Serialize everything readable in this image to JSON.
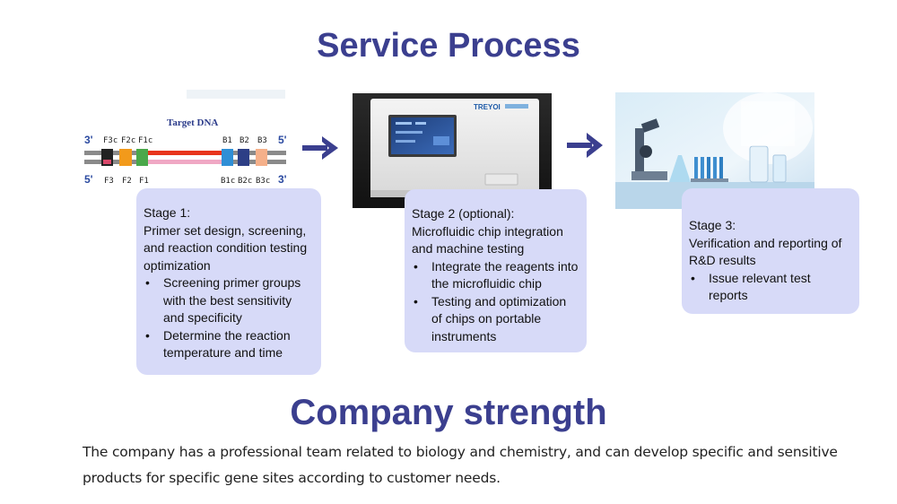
{
  "service_process": {
    "title": "Service Process",
    "dna": {
      "target_label": "Target DNA",
      "top_end_left": "3'",
      "top_end_right": "5'",
      "bottom_end_left": "5'",
      "bottom_end_right": "3'",
      "top_labels": [
        "F3c",
        "F2c",
        "F1c",
        "B1",
        "B2",
        "B3"
      ],
      "bottom_labels": [
        "F3",
        "F2",
        "F1",
        "B1c",
        "B2c",
        "B3c"
      ]
    },
    "device_brand": "TREYOI",
    "stages": [
      {
        "head": [
          "Stage 1:",
          "Primer set design, screening, and reaction condition testing optimization"
        ],
        "bullets": [
          "Screening primer groups with the best sensitivity and specificity",
          "Determine the reaction temperature and time"
        ]
      },
      {
        "head": [
          "Stage 2 (optional):",
          "Microfluidic chip integration and machine testing"
        ],
        "bullets": [
          "Integrate the reagents into the microfluidic chip",
          "Testing and optimization of chips on portable instruments"
        ]
      },
      {
        "head": [
          "Stage 3:",
          "Verification and reporting of R&D results"
        ],
        "bullets": [
          "Issue relevant test reports"
        ]
      }
    ]
  },
  "company_strength": {
    "title": "Company strength",
    "text": "The company has a professional team related to biology and chemistry, and can develop specific and sensitive products for specific gene sites according to customer needs."
  },
  "colors": {
    "title": "#3b3f8f",
    "box": "#d7daf8",
    "arrow": "#3b3f8f"
  }
}
